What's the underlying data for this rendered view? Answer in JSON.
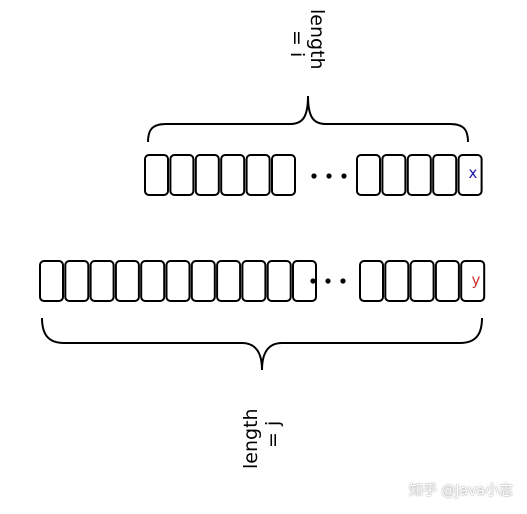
{
  "top_array": {
    "length_label": "length",
    "length_value": "= i",
    "last_cell_label": "x",
    "last_cell_color": "#1a1aa6",
    "ellipsis": "· · ·"
  },
  "bottom_array": {
    "length_label": "length",
    "length_value": "= j",
    "last_cell_label": "y",
    "last_cell_color": "#cc3333",
    "ellipsis": "· · ·"
  },
  "watermark": "知乎 @Java小志"
}
